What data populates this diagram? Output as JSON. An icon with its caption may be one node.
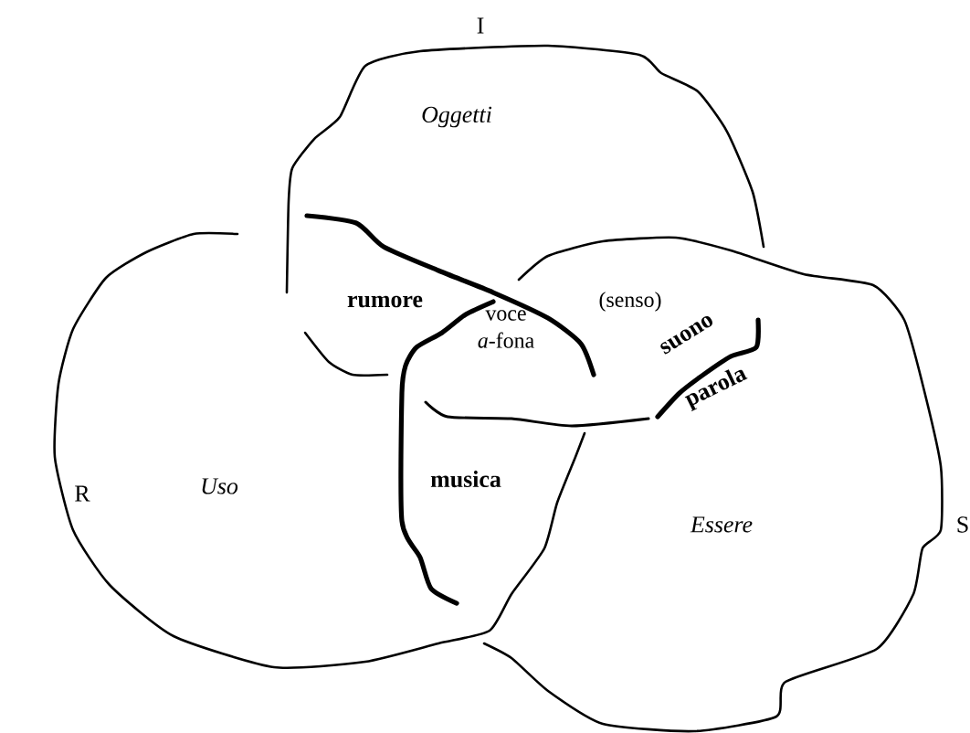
{
  "diagram": {
    "nodes": [
      {
        "text": [
          "I",
          "*Oggetti*"
        ]
      },
      {
        "text": [
          "R",
          "*Uso*"
        ]
      },
      {
        "text": [
          "*Essere*",
          "S"
        ]
      }
    ],
    "labels": [
      "**rumore**",
      "(senso)",
      "voce *a*-fona",
      "**suono**",
      "**parola**",
      "**musica**"
    ]
  }
}
